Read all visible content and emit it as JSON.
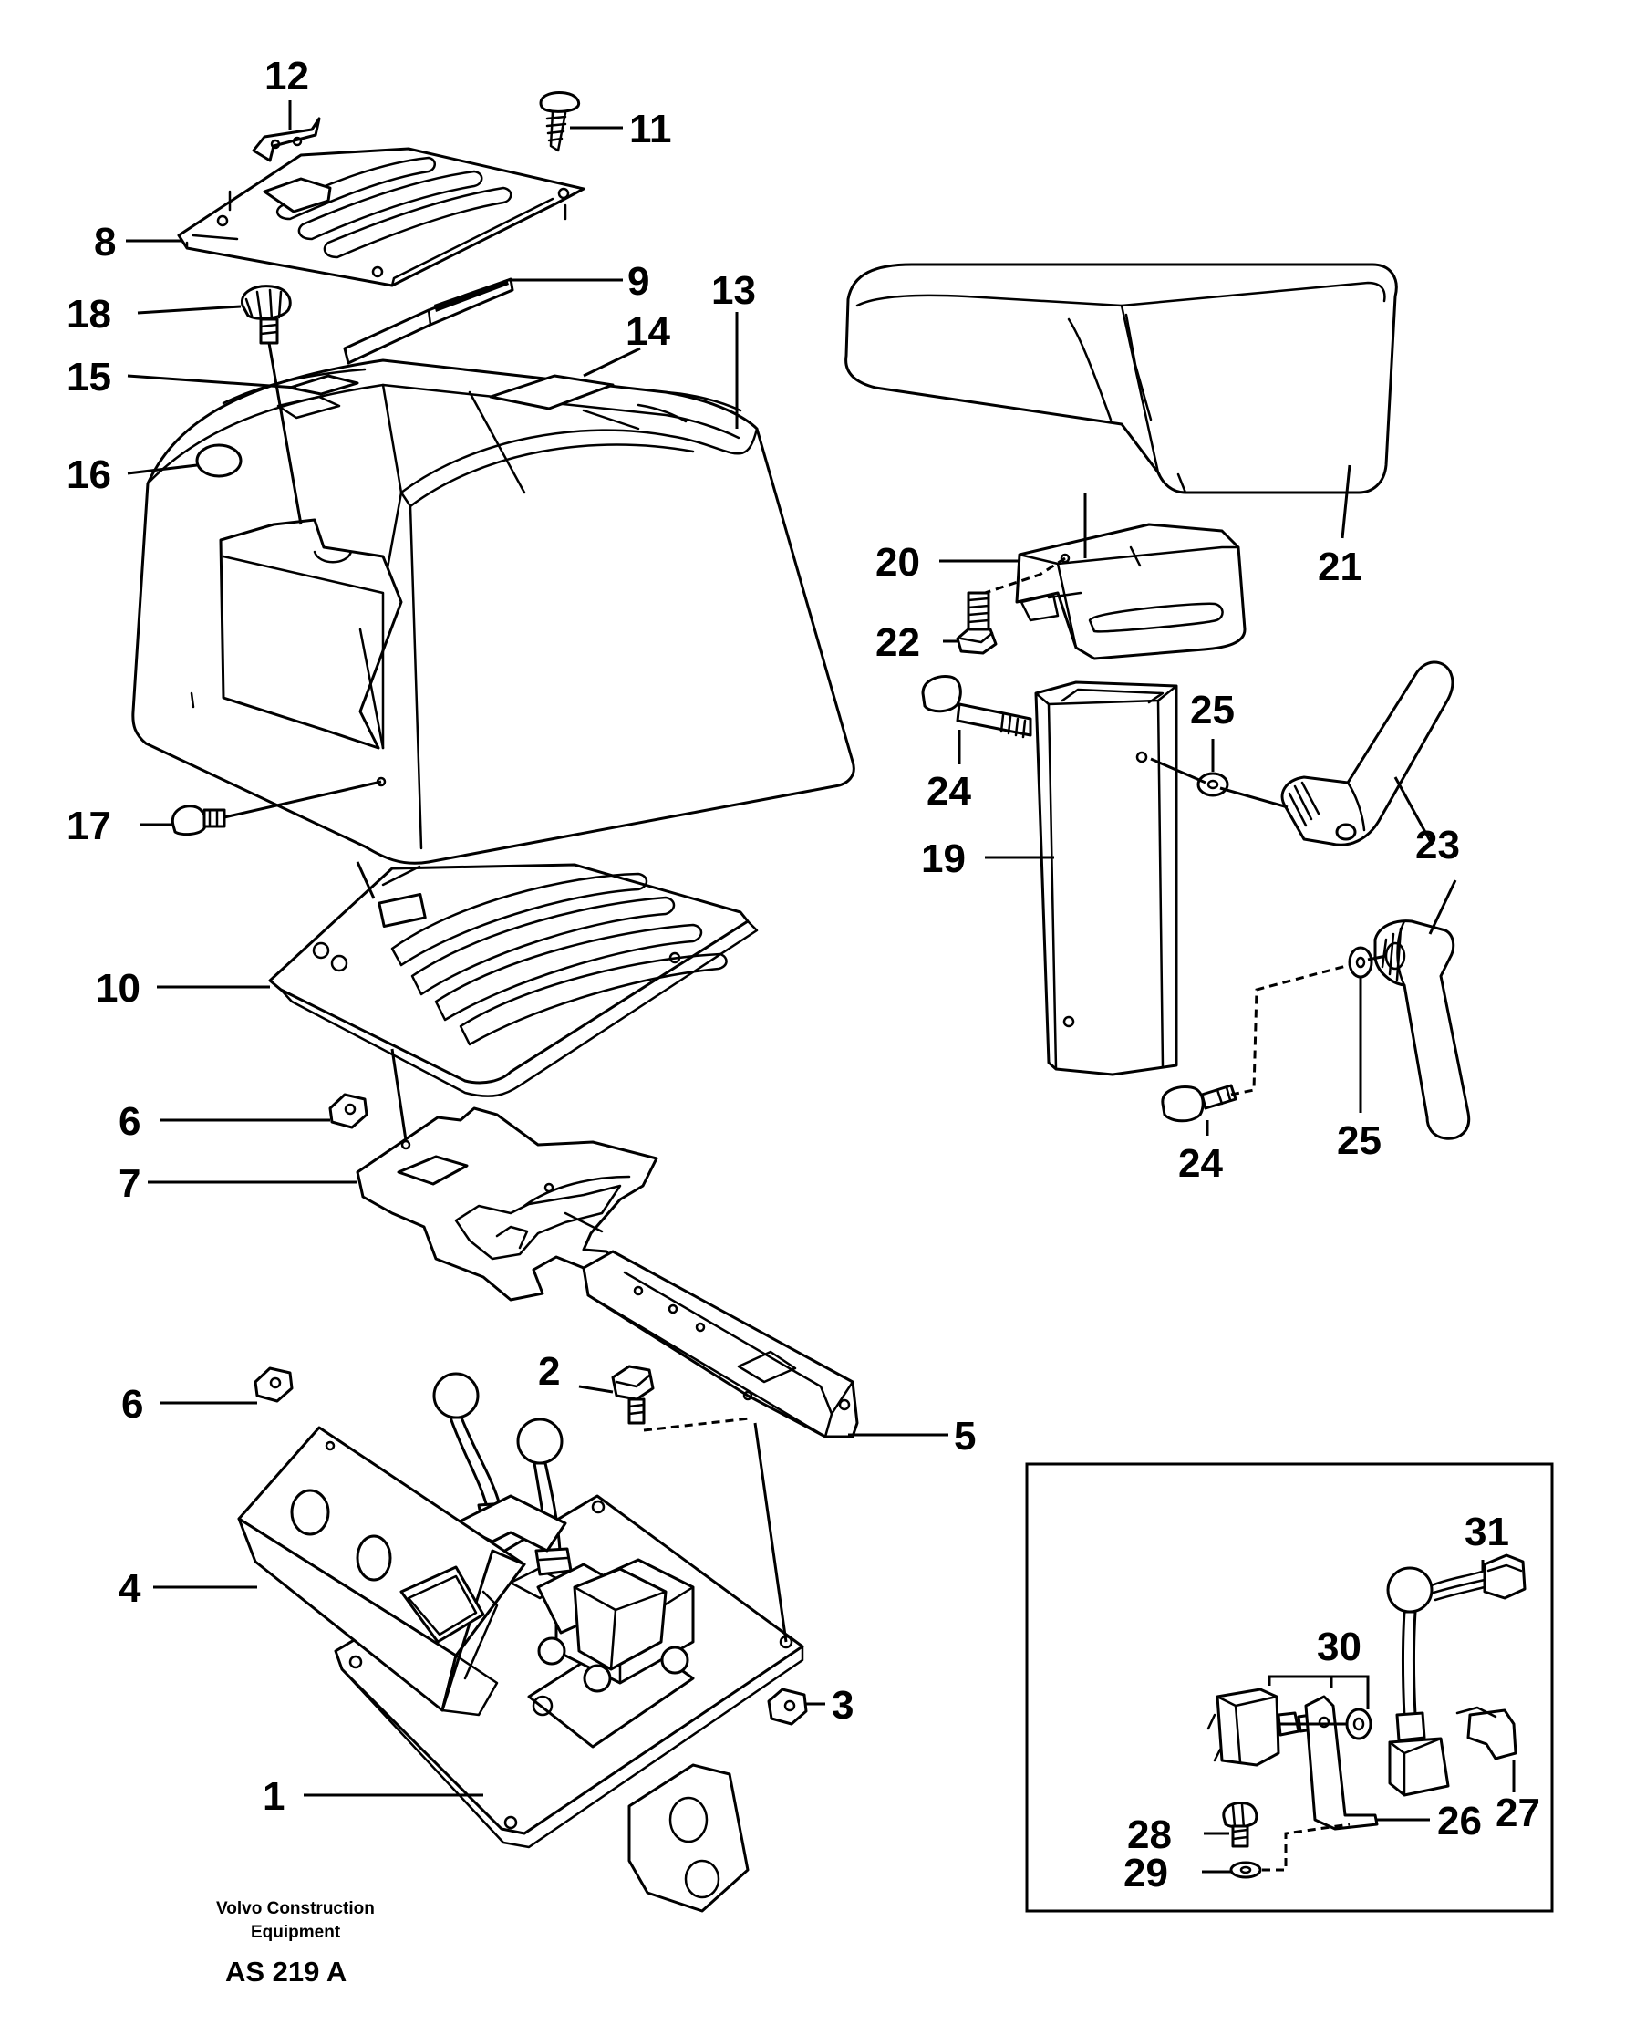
{
  "callouts": [
    "1",
    "2",
    "3",
    "4",
    "5",
    "6",
    "6",
    "7",
    "8",
    "9",
    "10",
    "11",
    "12",
    "13",
    "14",
    "15",
    "16",
    "17",
    "18",
    "19",
    "20",
    "21",
    "22",
    "23",
    "23",
    "24",
    "24",
    "25",
    "25",
    "26",
    "27",
    "28",
    "29",
    "30",
    "31"
  ],
  "footer": {
    "manufacturer_line1": "Volvo Construction",
    "manufacturer_line2": "Equipment",
    "drawing_code": "AS 219 A"
  }
}
